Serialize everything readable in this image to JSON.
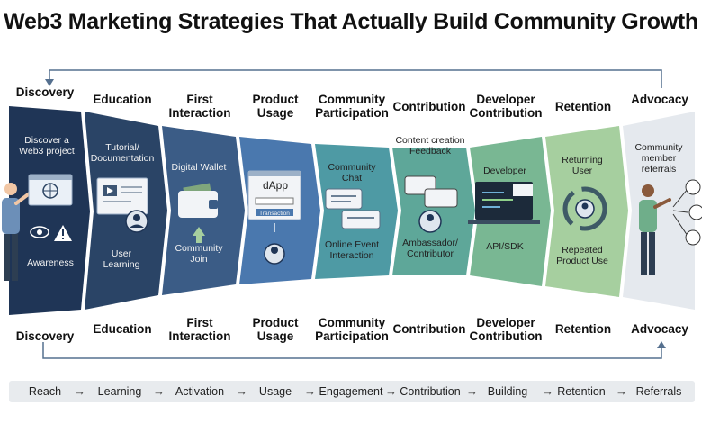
{
  "title": "Web3 Marketing Strategies That Actually Build Community Growth",
  "stages": [
    {
      "id": "discovery",
      "label": "Discovery",
      "inner": [
        "Discover a Web3 project",
        "Awareness"
      ],
      "color": "#1f3556"
    },
    {
      "id": "education",
      "label": "Education",
      "inner": [
        "Tutorial/ Documentation",
        "User Learning"
      ],
      "color": "#2a4466"
    },
    {
      "id": "first-interaction",
      "label": "First Interaction",
      "inner": [
        "Digital Wallet",
        "Community Join"
      ],
      "color": "#3b5c86"
    },
    {
      "id": "product-usage",
      "label": "Product Usage",
      "inner": [
        "dApp",
        "Transaction"
      ],
      "color": "#4a78ae"
    },
    {
      "id": "community-participation",
      "label": "Community Participation",
      "inner": [
        "Community Chat",
        "Online Event Interaction"
      ],
      "color": "#4e9aa4"
    },
    {
      "id": "contribution",
      "label": "Contribution",
      "inner": [
        "Content creation Feedback",
        "Ambassador/ Contributor"
      ],
      "color": "#5ea799"
    },
    {
      "id": "developer-contribution",
      "label": "Developer Contribution",
      "inner": [
        "Developer",
        "API/SDK"
      ],
      "color": "#79b793"
    },
    {
      "id": "retention",
      "label": "Retention",
      "inner": [
        "Returning User",
        "Repeated Product Use"
      ],
      "color": "#a6cf9f"
    },
    {
      "id": "advocacy",
      "label": "Advocacy",
      "inner": [
        "Community member referrals"
      ],
      "color": "#e5e9ee"
    }
  ],
  "bottom_labels": [
    "Reach",
    "Learning",
    "Activation",
    "Usage",
    "Engagement",
    "Contribution",
    "Building",
    "Retention",
    "Referrals"
  ],
  "arrow_glyph": "→",
  "icons": [
    "person-pointing-icon",
    "browser-globe-icon",
    "eye-icon",
    "warning-icon",
    "video-tutorial-icon",
    "user-avatar-icon",
    "wallet-icon",
    "arrow-up-icon",
    "dapp-window-icon",
    "chat-bubbles-icon",
    "code-laptop-icon",
    "refresh-cycle-icon",
    "person-presenting-icon",
    "network-people-icon"
  ]
}
